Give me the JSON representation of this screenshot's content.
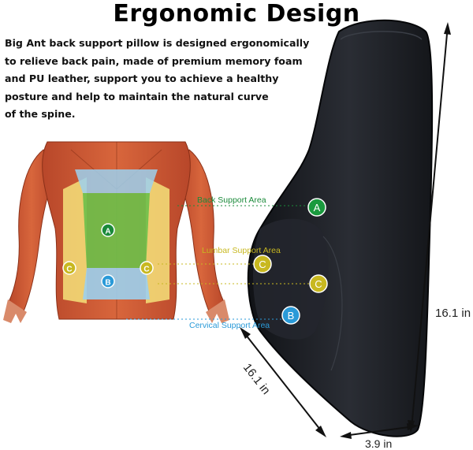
{
  "title": "Ergonomic Design",
  "description": [
    "Big Ant back support pillow is designed ergonomically",
    "to relieve back pain, made of premium memory foam",
    " and PU leather, support you to achieve a healthy",
    " posture and help to maintain the natural curve",
    "of the spine."
  ],
  "areas": {
    "back": {
      "label": "Back Support Area",
      "marker": "A",
      "color": "#1a8a3a"
    },
    "lumbar": {
      "label": "Lumbar Support Area",
      "marker": "C",
      "color": "#c8b820"
    },
    "cervical": {
      "label": "Cervical Support Area",
      "marker": "B",
      "color": "#2a9ad8"
    }
  },
  "dimensions": {
    "height": "16.1 in",
    "depth": "16.1 in",
    "width": "3.9 in"
  },
  "colors": {
    "pillow": "#1c1e24",
    "muscle": "#c8502e",
    "back_zone": "#6cc04a",
    "lumbar_zone": "#f5e27a",
    "cervical_zone": "#9cd0ee"
  }
}
